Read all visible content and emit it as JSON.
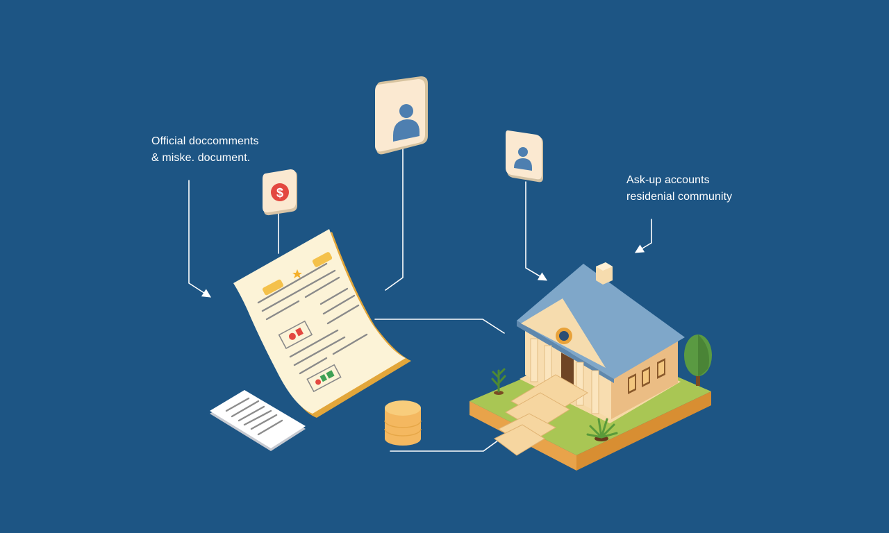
{
  "background_color": "#1d5584",
  "labels": {
    "left": {
      "line1": "Official doccomments",
      "line2": "& miske. document."
    },
    "right": {
      "line1": "Ask-up accounts",
      "line2": "residenial community"
    }
  },
  "badges": {
    "dollar_symbol": "$"
  },
  "icons": [
    "user-icon-large",
    "user-icon-small",
    "dollar-badge-icon",
    "document-icon",
    "paper-stack-icon",
    "coin-stack-icon",
    "bank-house-icon",
    "tree-icon",
    "plant-icon"
  ]
}
